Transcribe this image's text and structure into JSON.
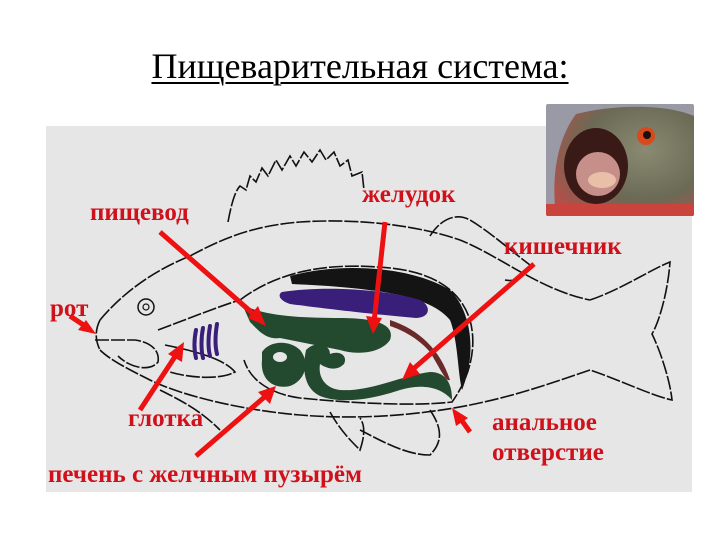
{
  "title": "Пищеварительная система:",
  "photo": {
    "subject": "piranha-open-mouth-photo"
  },
  "diagram": {
    "subject": "fish-digestive-system",
    "colors": {
      "label": "#d0101a",
      "arrow": "#ee1111",
      "organ_green": "#234a2e",
      "organ_purple": "#3a1f7a",
      "organ_black": "#141414",
      "organ_maroon": "#6b2a2a",
      "panel_bg": "#e6e6e6"
    },
    "labels": {
      "esophagus": "пищевод",
      "stomach": "желудок",
      "intestine": "кишечник",
      "mouth": "рот",
      "pharynx": "глотка",
      "liver": "печень с желчным пузырём",
      "anus_line1": "анальное",
      "anus_line2": "отверстие"
    }
  }
}
